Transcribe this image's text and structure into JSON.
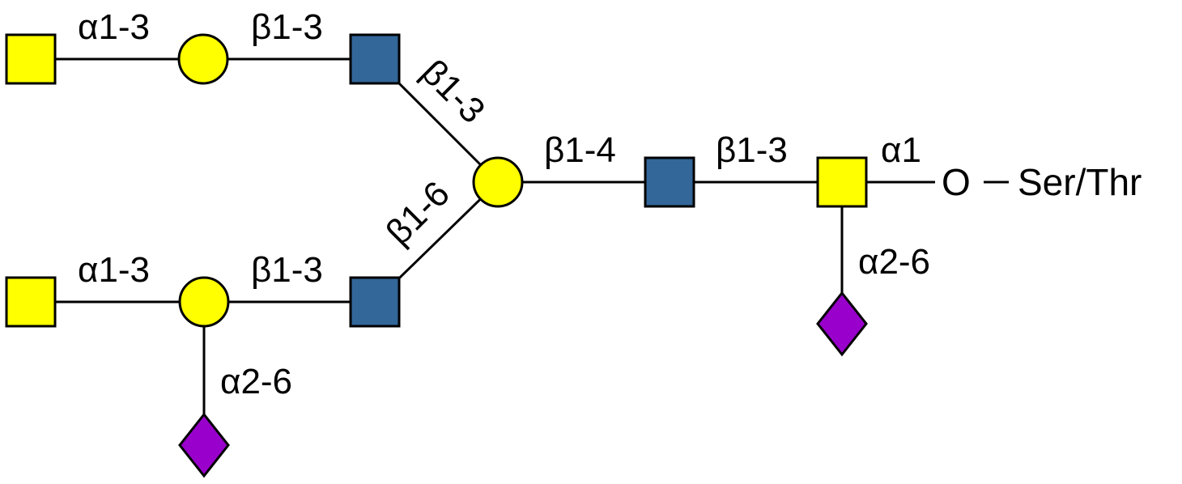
{
  "title": "O-glycan structure",
  "colors": {
    "galnac": "#FFFF00",
    "gal": "#FFFF00",
    "glcnac": "#336699",
    "neu5ac": "#9900CC",
    "line": "#000000"
  },
  "nodes": [
    {
      "id": "n1",
      "shape": "square",
      "residue": "galnac"
    },
    {
      "id": "n2",
      "shape": "circle",
      "residue": "gal"
    },
    {
      "id": "n3",
      "shape": "square",
      "residue": "glcnac"
    },
    {
      "id": "n4",
      "shape": "circle",
      "residue": "gal"
    },
    {
      "id": "n5",
      "shape": "square",
      "residue": "glcnac"
    },
    {
      "id": "n6",
      "shape": "square",
      "residue": "galnac"
    },
    {
      "id": "n7",
      "shape": "diamond",
      "residue": "neu5ac"
    },
    {
      "id": "n8",
      "shape": "square",
      "residue": "galnac"
    },
    {
      "id": "n9",
      "shape": "circle",
      "residue": "gal"
    },
    {
      "id": "n10",
      "shape": "square",
      "residue": "glcnac"
    },
    {
      "id": "n11",
      "shape": "diamond",
      "residue": "neu5ac"
    }
  ],
  "linkages": {
    "top_a13": "α1-3",
    "top_b13": "β1-3",
    "upper_branch": "β1-3",
    "lower_branch": "β1-6",
    "core_b14": "β1-4",
    "core_b13": "β1-3",
    "core_a1": "α1",
    "core_a26": "α2-6",
    "bottom_a13": "α1-3",
    "bottom_b13": "β1-3",
    "bottom_a26": "α2-6"
  },
  "aglycone": {
    "o": "O",
    "dash": "–",
    "residue": "Ser/Thr"
  }
}
